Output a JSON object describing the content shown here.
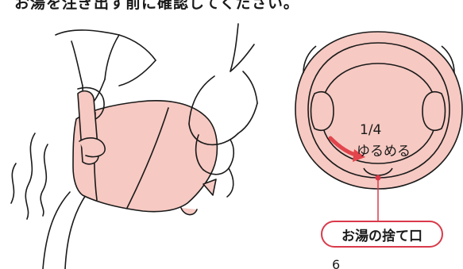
{
  "heading_partial": "お湯を注ぎ出す前に確認してください。",
  "diagram": {
    "fraction": "1/4",
    "loosen": "ゆるめる",
    "spout_label": "お湯の捨て口"
  },
  "page_number": "6",
  "colors": {
    "pink_fill": "#f6c9c2",
    "accent_red": "#d93a4a",
    "arrow_red": "#e2454c",
    "line": "#1a1a1a"
  }
}
